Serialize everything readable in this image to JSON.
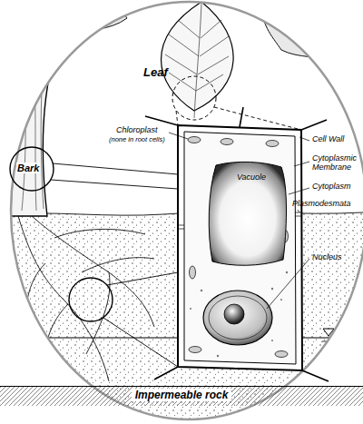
{
  "diagram": {
    "nodes": [
      {
        "text": [
          "Vacuole"
        ]
      },
      {
        "text": [
          "Impermeable rock"
        ]
      }
    ],
    "labels": [
      "Leaf",
      "Bark",
      "Chloroplast",
      "(none in root cells)",
      "Cell Wall",
      "Cytoplasmic Membrane",
      "Cytoplasm",
      "Plasmodesmata",
      "Nucleus"
    ]
  }
}
